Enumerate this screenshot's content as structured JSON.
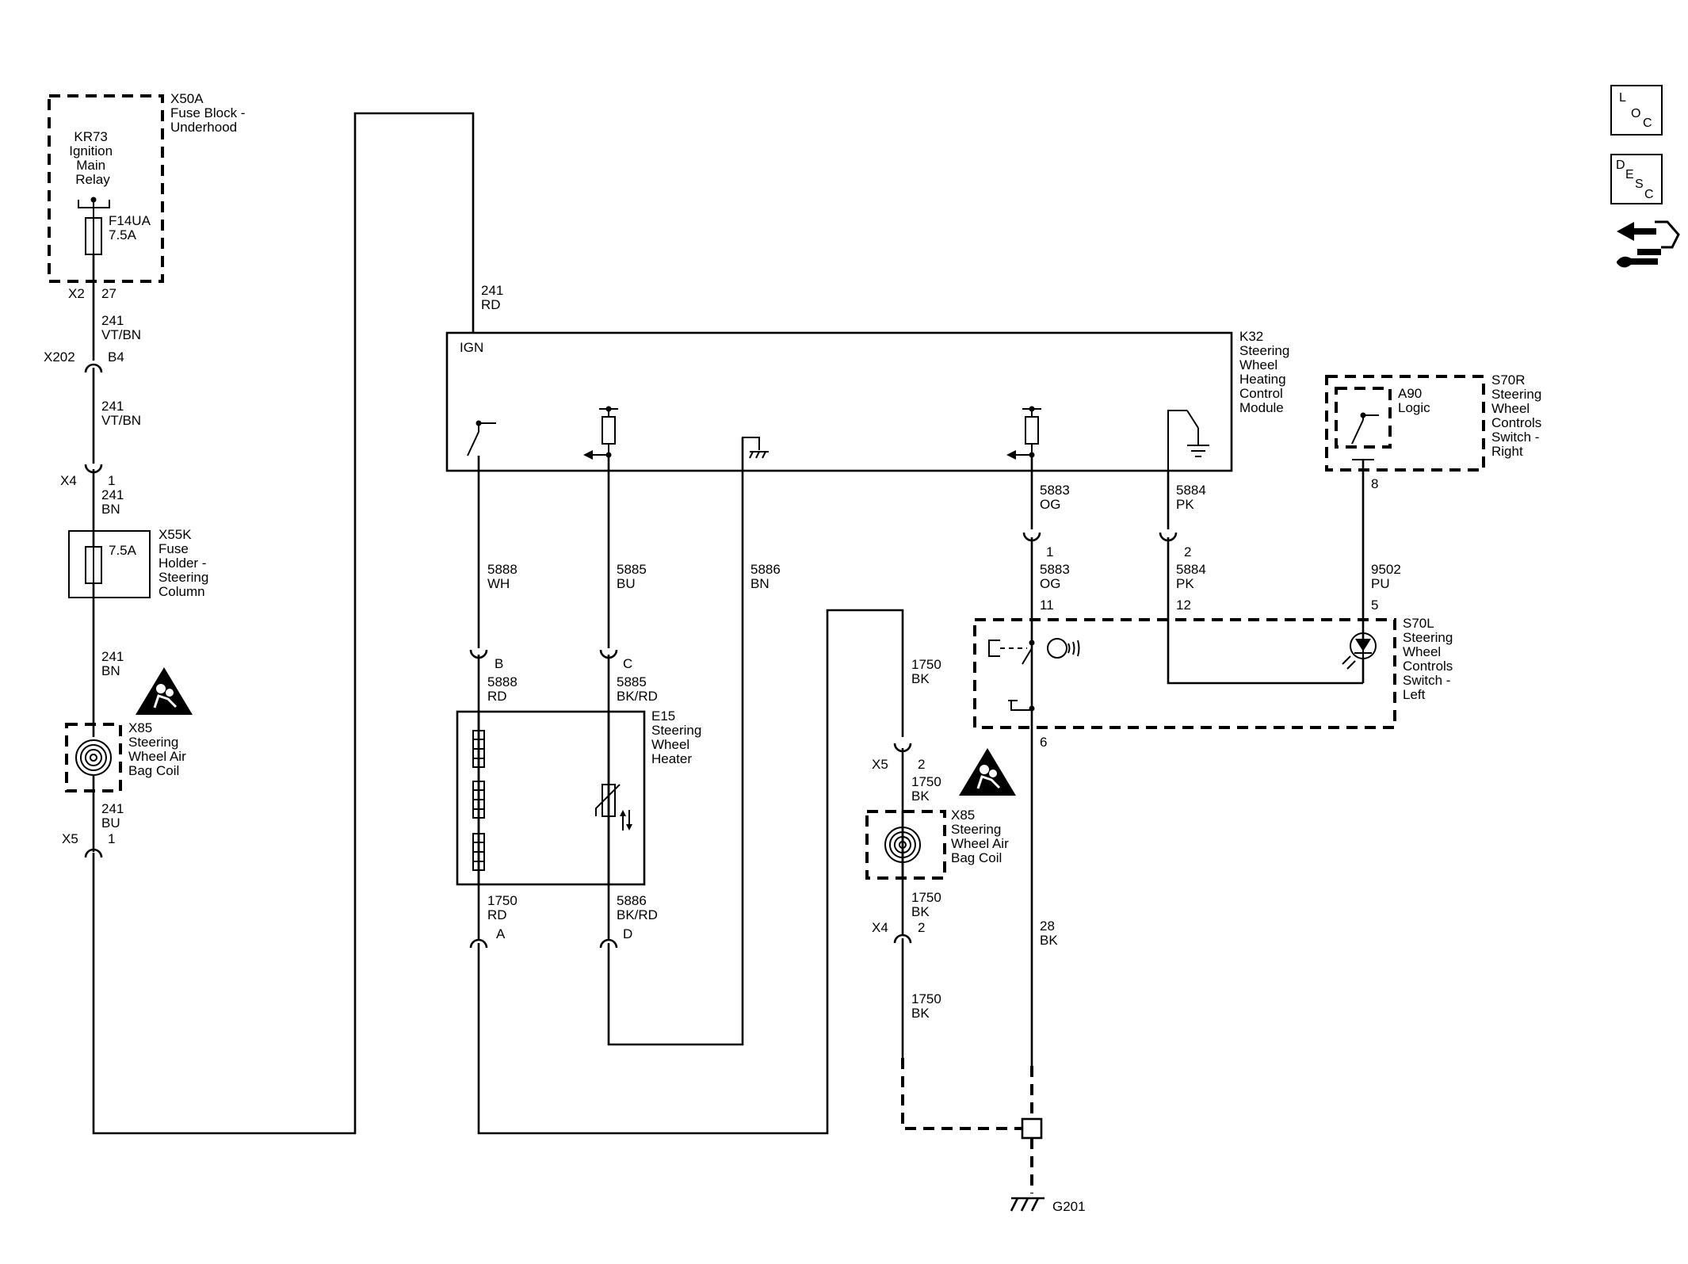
{
  "components": {
    "x50a": [
      "X50A",
      "Fuse Block -",
      "Underhood"
    ],
    "kr73": [
      "KR73",
      "Ignition",
      "Main",
      "Relay"
    ],
    "f14ua": [
      "F14UA",
      "7.5A"
    ],
    "x55k": [
      "X55K",
      "Fuse",
      "Holder -",
      "Steering",
      "Column"
    ],
    "x55k_rating": "7.5A",
    "x85_left": [
      "X85",
      "Steering",
      "Wheel Air",
      "Bag Coil"
    ],
    "x85_right": [
      "X85",
      "Steering",
      "Wheel Air",
      "Bag Coil"
    ],
    "k32": [
      "K32",
      "Steering",
      "Wheel",
      "Heating",
      "Control",
      "Module"
    ],
    "k32_ign": "IGN",
    "s70r": [
      "S70R",
      "Steering",
      "Wheel",
      "Controls",
      "Switch -",
      "Right"
    ],
    "a90": [
      "A90",
      "Logic"
    ],
    "e15": [
      "E15",
      "Steering",
      "Wheel",
      "Heater"
    ],
    "s70l": [
      "S70L",
      "Steering",
      "Wheel",
      "Controls",
      "Switch -",
      "Left"
    ],
    "g201": "G201"
  },
  "connectors": {
    "x2": "X2",
    "x2_pin": "27",
    "x202": "X202",
    "x202_pin": "B4",
    "x4_left": "X4",
    "x4_left_pin": "1",
    "x5_left": "X5",
    "x5_left_pin": "1",
    "b": "B",
    "c": "C",
    "a": "A",
    "d": "D",
    "x5_right": "X5",
    "x5_right_pin": "2",
    "x4_right": "X4",
    "x4_right_pin": "2",
    "p1": "1",
    "p2": "2",
    "p8": "8",
    "p11": "11",
    "p12": "12",
    "p5": "5",
    "p6": "6"
  },
  "wires": {
    "w241_vtbn_1": [
      "241",
      "VT/BN"
    ],
    "w241_vtbn_2": [
      "241",
      "VT/BN"
    ],
    "w241_bn_1": [
      "241",
      "BN"
    ],
    "w241_bn_2": [
      "241",
      "BN"
    ],
    "w241_bu": [
      "241",
      "BU"
    ],
    "w241_rd": [
      "241",
      "RD"
    ],
    "w5888_wh": [
      "5888",
      "WH"
    ],
    "w5885_bu": [
      "5885",
      "BU"
    ],
    "w5886_bn": [
      "5886",
      "BN"
    ],
    "w5883_og_1": [
      "5883",
      "OG"
    ],
    "w5883_og_2": [
      "5883",
      "OG"
    ],
    "w5884_pk_1": [
      "5884",
      "PK"
    ],
    "w5884_pk_2": [
      "5884",
      "PK"
    ],
    "w9502_pu": [
      "9502",
      "PU"
    ],
    "w5888_rd": [
      "5888",
      "RD"
    ],
    "w5885_bkrd": [
      "5885",
      "BK/RD"
    ],
    "w1750_rd": [
      "1750",
      "RD"
    ],
    "w5886_bkrd": [
      "5886",
      "BK/RD"
    ],
    "w1750_bk_1": [
      "1750",
      "BK"
    ],
    "w1750_bk_2": [
      "1750",
      "BK"
    ],
    "w1750_bk_3": [
      "1750",
      "BK"
    ],
    "w1750_bk_4": [
      "1750",
      "BK"
    ],
    "w28_bk": [
      "28",
      "BK"
    ]
  },
  "side_icons": {
    "loc": [
      "L",
      "O",
      "C"
    ],
    "desc": [
      "D",
      "E",
      "S",
      "C"
    ],
    "nav": "connector-navigation-icon"
  }
}
